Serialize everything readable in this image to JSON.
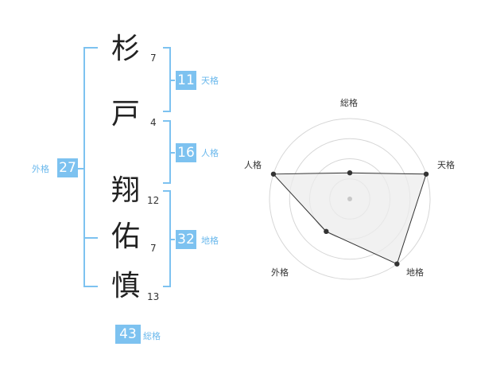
{
  "name": {
    "characters": [
      {
        "char": "杉",
        "strokes": "7"
      },
      {
        "char": "戸",
        "strokes": "4"
      },
      {
        "char": "翔",
        "strokes": "12"
      },
      {
        "char": "佑",
        "strokes": "7"
      },
      {
        "char": "慎",
        "strokes": "13"
      }
    ]
  },
  "fortunes": {
    "tenkaku": {
      "value": "11",
      "label": "天格"
    },
    "jinkaku": {
      "value": "16",
      "label": "人格"
    },
    "chikaku": {
      "value": "32",
      "label": "地格"
    },
    "gaikaku": {
      "value": "27",
      "label": "外格"
    },
    "soukaku": {
      "value": "43",
      "label": "総格"
    }
  },
  "colors": {
    "accent": "#7dc2f0",
    "bracket": "#7dc2f0",
    "radar_fill": "#ececec",
    "radar_line": "#333333"
  },
  "chart_data": {
    "type": "radar",
    "axes": [
      "総格",
      "天格",
      "地格",
      "外格",
      "人格"
    ],
    "max": 4,
    "rings": 4,
    "values": [
      1.3,
      4.0,
      4.0,
      2.0,
      4.0
    ]
  }
}
